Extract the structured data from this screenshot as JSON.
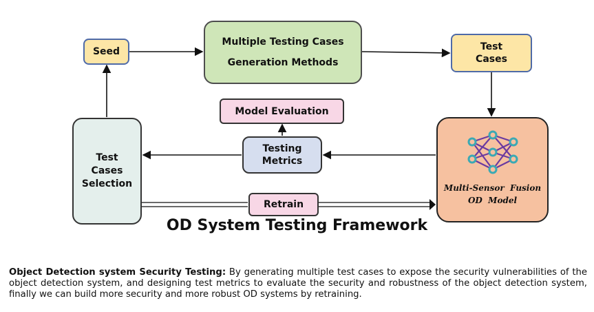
{
  "diagram": {
    "title": "OD System Testing Framework",
    "nodes": {
      "seed": "Seed",
      "methods_line1": "Multiple Testing Cases",
      "methods_line2": "Generation Methods",
      "test_cases_line1": "Test",
      "test_cases_line2": "Cases",
      "model_evaluation": "Model Evaluation",
      "metrics_line1": "Testing",
      "metrics_line2": "Metrics",
      "selection_line1": "Test",
      "selection_line2": "Cases",
      "selection_line3": "Selection",
      "retrain": "Retrain",
      "od_model_line1": "Multi-Sensor  Fusion",
      "od_model_line2": "OD  Model"
    },
    "colors": {
      "yellow": "#fde6a6",
      "green": "#cfe6b8",
      "pink": "#f8d7e6",
      "blue": "#d6deef",
      "teal": "#e4efec",
      "orange": "#f6c1a0",
      "network_node": "#3ba9b4",
      "network_edge": "#6b3aa0"
    }
  },
  "caption": {
    "bold": "Object Detection system Security Testing:",
    "text": " By generating multiple test cases to expose the security vulnerabilities of the object detection system, and designing test metrics to evaluate the security and robustness of the object detection system, finally we can build more security and more robust OD systems by retraining."
  }
}
